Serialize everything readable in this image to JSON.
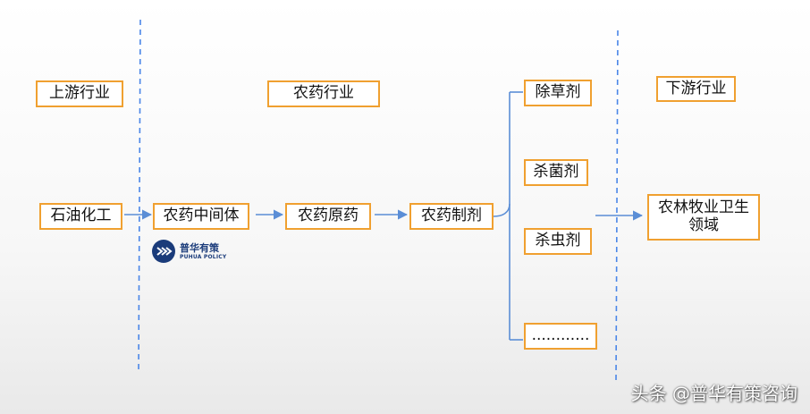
{
  "section_headers": {
    "upstream": "上游行业",
    "pesticide": "农药行业",
    "downstream": "下游行业"
  },
  "nodes": {
    "petrochemical": "石油化工",
    "intermediate": "农药中间体",
    "technical": "农药原药",
    "formulation": "农药制剂",
    "herbicide": "除草剂",
    "fungicide": "杀菌剂",
    "insecticide": "杀虫剂",
    "others": "............",
    "downstream_field": "农林牧业卫生领域"
  },
  "logo": {
    "cn": "普华有策",
    "en": "PUHUA POLICY"
  },
  "watermark": "头条 @普华有策咨询",
  "colors": {
    "box_border": "#f0a030",
    "arrow": "#5b8ed6",
    "divider": "#4a86e8",
    "logo": "#1a3b7a"
  }
}
